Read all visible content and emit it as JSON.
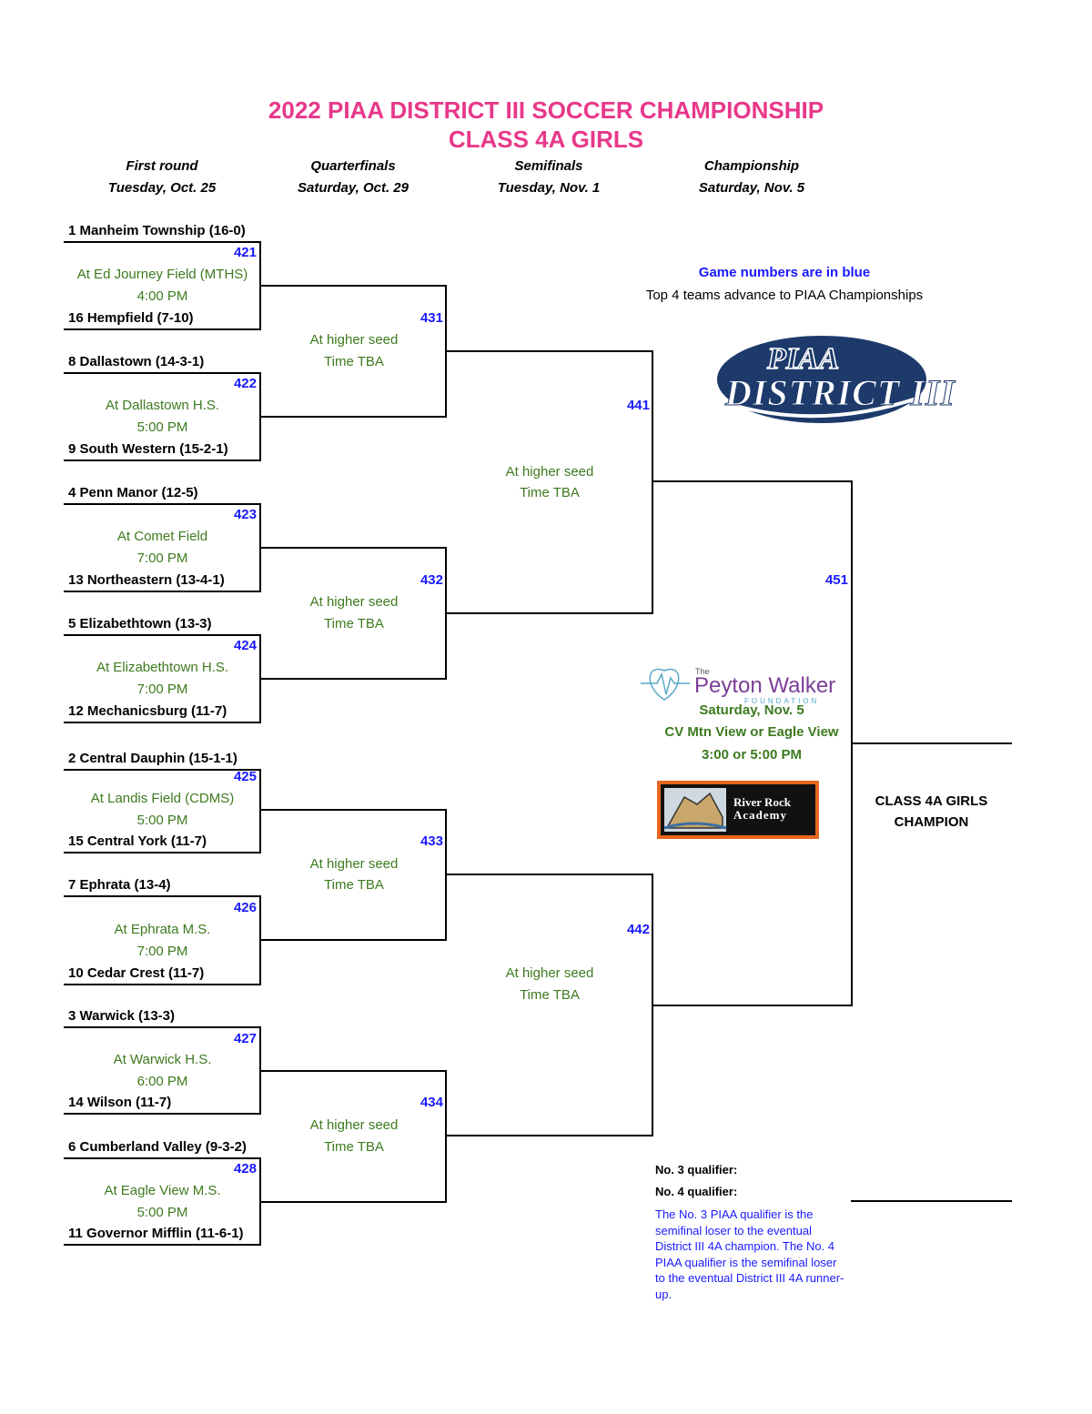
{
  "title": {
    "line1": "2022 PIAA DISTRICT III SOCCER CHAMPIONSHIP",
    "line2": "CLASS 4A GIRLS"
  },
  "rounds": [
    {
      "name": "First round",
      "date": "Tuesday, Oct. 25"
    },
    {
      "name": "Quarterfinals",
      "date": "Saturday, Oct. 29"
    },
    {
      "name": "Semifinals",
      "date": "Tuesday, Nov. 1"
    },
    {
      "name": "Championship",
      "date": "Saturday, Nov. 5"
    }
  ],
  "first_round": [
    {
      "game": "421",
      "top": "1 Manheim Township (16-0)",
      "bottom": "16 Hempfield (7-10)",
      "venue": "At Ed Journey Field (MTHS)",
      "time": "4:00 PM"
    },
    {
      "game": "422",
      "top": "8 Dallastown (14-3-1)",
      "bottom": "9 South Western (15-2-1)",
      "venue": "At Dallastown H.S.",
      "time": "5:00 PM"
    },
    {
      "game": "423",
      "top": "4 Penn Manor (12-5)",
      "bottom": "13 Northeastern (13-4-1)",
      "venue": "At Comet Field",
      "time": "7:00 PM"
    },
    {
      "game": "424",
      "top": "5 Elizabethtown (13-3)",
      "bottom": "12 Mechanicsburg (11-7)",
      "venue": "At Elizabethtown H.S.",
      "time": "7:00 PM"
    },
    {
      "game": "425",
      "top": "2 Central Dauphin (15-1-1)",
      "bottom": "15 Central York (11-7)",
      "venue": "At Landis Field (CDMS)",
      "time": "5:00 PM"
    },
    {
      "game": "426",
      "top": "7 Ephrata (13-4)",
      "bottom": "10 Cedar Crest (11-7)",
      "venue": "At Ephrata M.S.",
      "time": "7:00 PM"
    },
    {
      "game": "427",
      "top": "3 Warwick (13-3)",
      "bottom": "14 Wilson (11-7)",
      "venue": "At Warwick H.S.",
      "time": "6:00 PM"
    },
    {
      "game": "428",
      "top": "6 Cumberland Valley (9-3-2)",
      "bottom": "11 Governor Mifflin (11-6-1)",
      "venue": "At Eagle View M.S.",
      "time": "5:00 PM"
    }
  ],
  "quarterfinals": [
    {
      "game": "431",
      "venue": "At higher seed",
      "time": "Time TBA"
    },
    {
      "game": "432",
      "venue": "At higher seed",
      "time": "Time TBA"
    },
    {
      "game": "433",
      "venue": "At higher seed",
      "time": "Time TBA"
    },
    {
      "game": "434",
      "venue": "At higher seed",
      "time": "Time TBA"
    }
  ],
  "semifinals": [
    {
      "game": "441",
      "venue": "At higher seed",
      "time": "Time TBA"
    },
    {
      "game": "442",
      "venue": "At higher seed",
      "time": "Time TBA"
    }
  ],
  "championship": {
    "game": "451",
    "date": "Saturday, Nov. 5",
    "venue": "CV Mtn View or Eagle View",
    "time": "3:00 or 5:00 PM",
    "champion_line1": "CLASS 4A GIRLS",
    "champion_line2": "CHAMPION"
  },
  "notes": {
    "game_numbers": "Game numbers are in blue",
    "advance": "Top 4 teams advance to PIAA Championships",
    "qualifier3": "No. 3 qualifier:",
    "qualifier4": "No. 4 qualifier:",
    "explanation_lines": [
      "The No. 3 PIAA qualifier is the",
      "semifinal loser to the eventual",
      "District III 4A champion.  The No. 4",
      "PIAA qualifier is the semifinal loser",
      "to the eventual District III 4A runner-",
      "up."
    ]
  },
  "logos": {
    "piaa_line1": "PIAA",
    "piaa_line2": "DISTRICT III",
    "peyton_the": "The",
    "peyton_name": "Peyton Walker",
    "peyton_foundation": "FOUNDATION",
    "river_line1": "River Rock",
    "river_line2": "Academy"
  },
  "colors": {
    "title": "#e8388a",
    "game_number": "#1a1aff",
    "venue_text": "#3d7a1e",
    "piaa_navy": "#1d3a6b",
    "peyton_purple": "#7b3f98",
    "river_orange": "#e8661e"
  }
}
